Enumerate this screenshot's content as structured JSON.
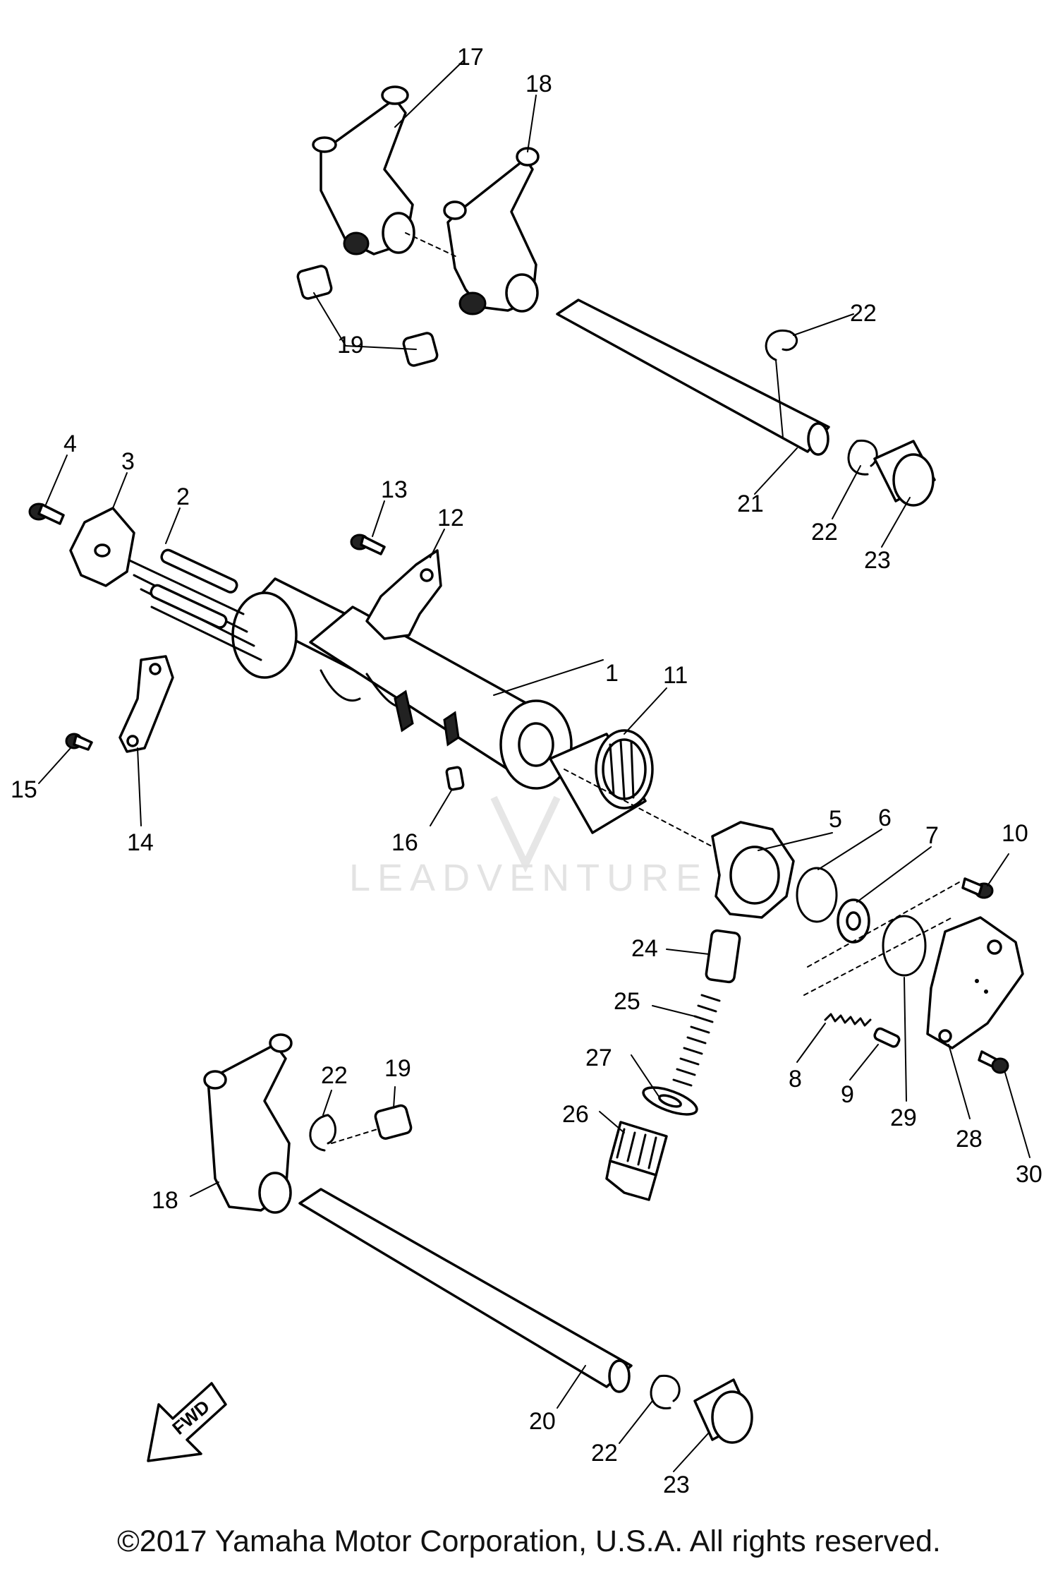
{
  "watermark": "LEADVENTURE",
  "fwd_arrow": "FWD",
  "callouts": [
    "1",
    "2",
    "3",
    "4",
    "5",
    "6",
    "7",
    "8",
    "9",
    "10",
    "11",
    "12",
    "13",
    "14",
    "15",
    "16",
    "17",
    "18",
    "18",
    "19",
    "19",
    "20",
    "21",
    "22",
    "22",
    "22",
    "22",
    "23",
    "23",
    "24",
    "25",
    "26",
    "27",
    "28",
    "29",
    "30"
  ],
  "copyright": "©2017 Yamaha Motor Corporation, U.S.A. All rights reserved."
}
